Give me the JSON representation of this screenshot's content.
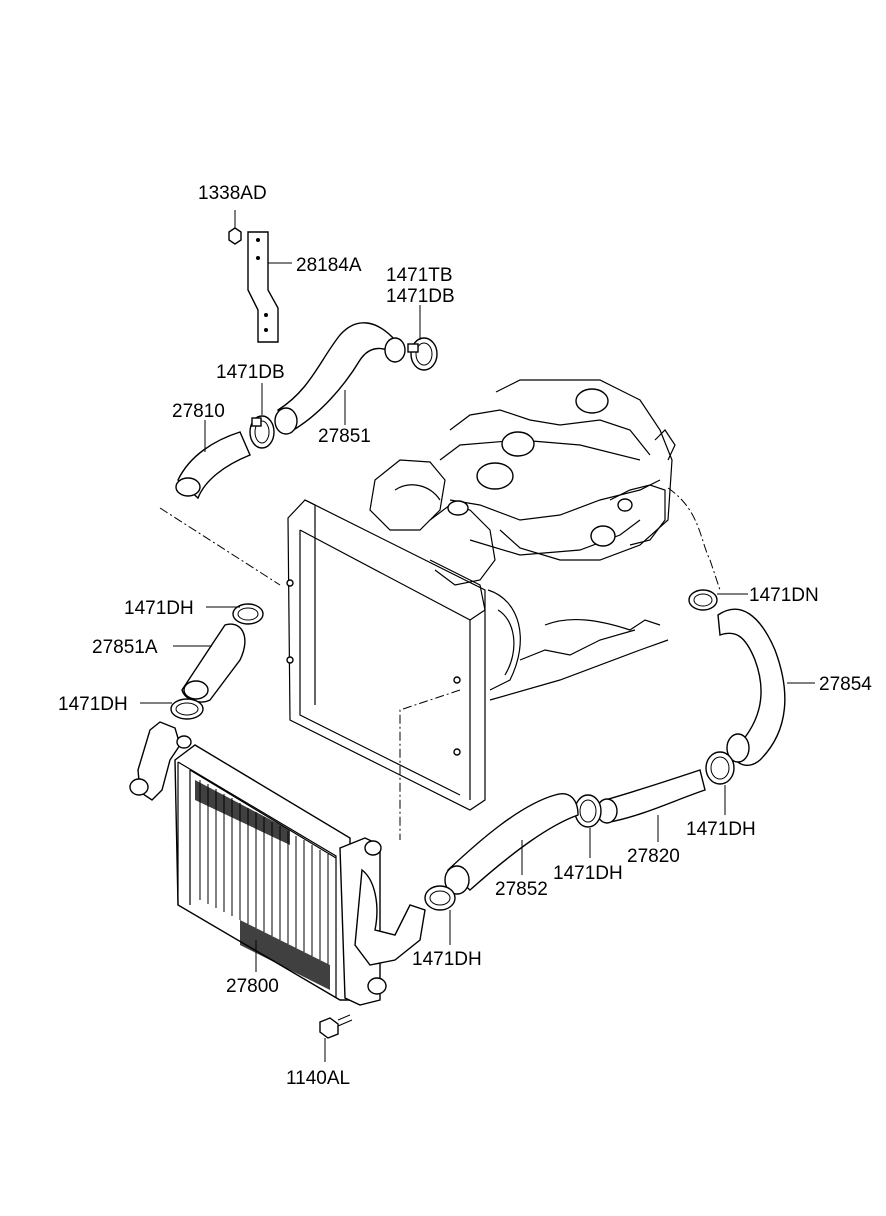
{
  "diagram": {
    "labels": {
      "l_1338AD": "1338AD",
      "l_28184A": "28184A",
      "l_1471TB": "1471TB",
      "l_1471DB_top": "1471DB",
      "l_1471DB_left": "1471DB",
      "l_27810": "27810",
      "l_27851": "27851",
      "l_1471DH_a": "1471DH",
      "l_27851A": "27851A",
      "l_1471DH_b": "1471DH",
      "l_1471DN": "1471DN",
      "l_27854": "27854",
      "l_1471DH_c": "1471DH",
      "l_27820": "27820",
      "l_1471DH_d": "1471DH",
      "l_27852": "27852",
      "l_1471DH_e": "1471DH",
      "l_27800": "27800",
      "l_1140AL": "1140AL"
    }
  }
}
